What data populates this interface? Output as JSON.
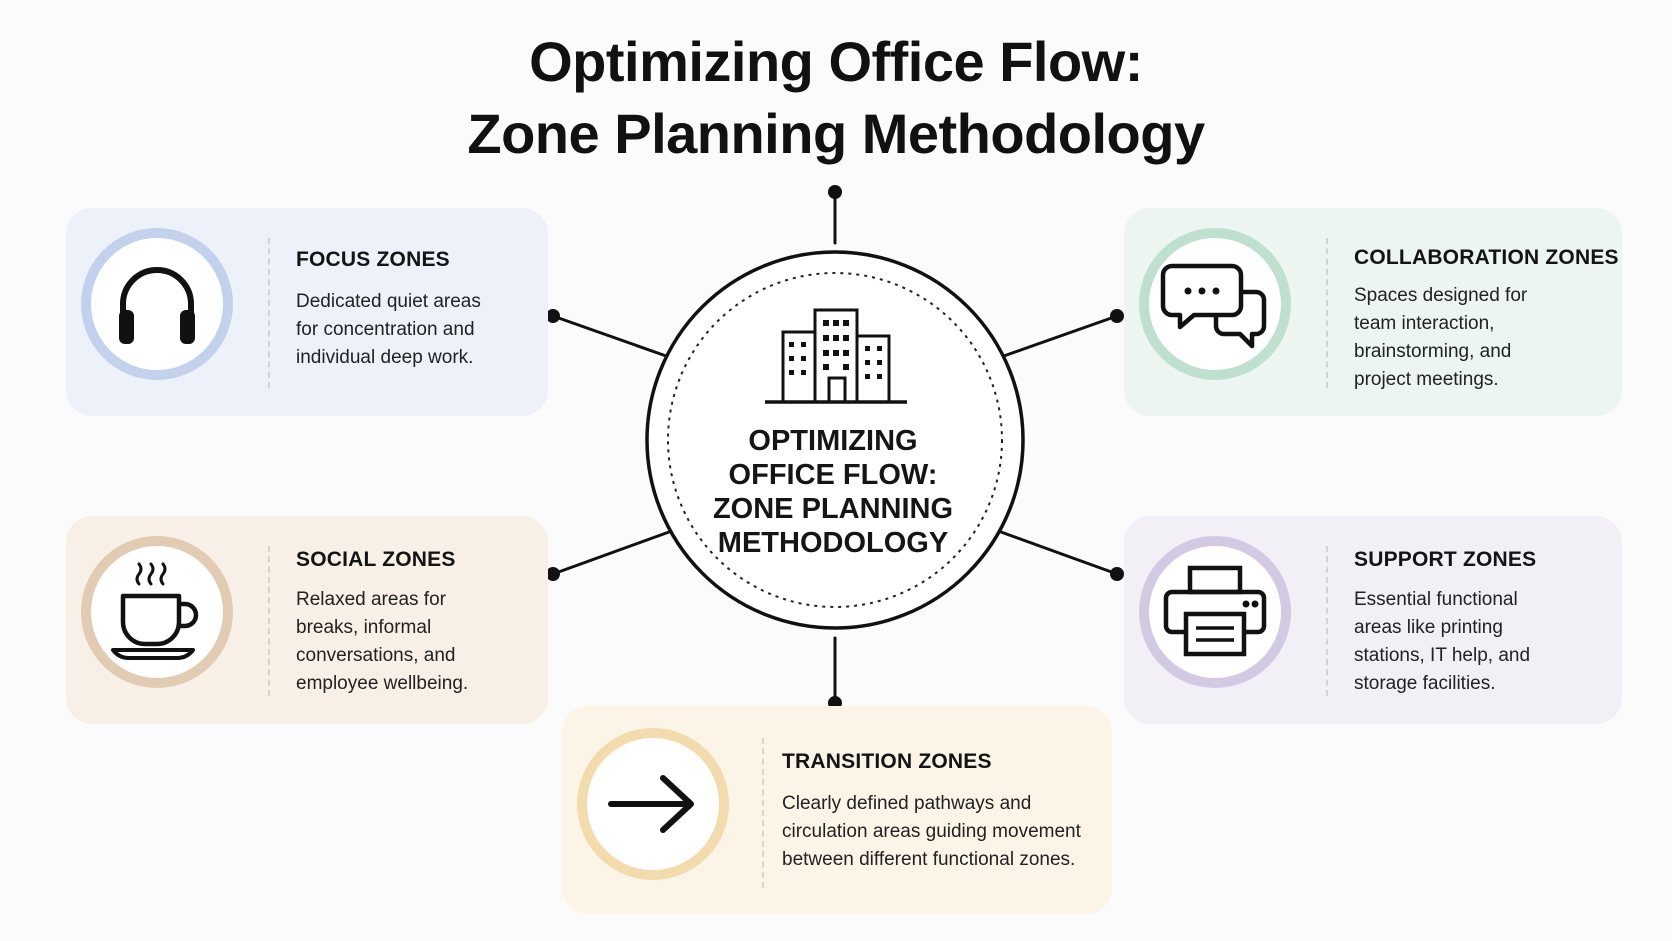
{
  "title": {
    "line1": "Optimizing Office Flow:",
    "line2": "Zone Planning Methodology"
  },
  "hub": {
    "icon": "office-building-icon",
    "lines": [
      "OPTIMIZING",
      "OFFICE FLOW:",
      "ZONE PLANNING",
      "METHODOLOGY"
    ]
  },
  "zones": {
    "focus": {
      "heading": "FOCUS ZONES",
      "lines": [
        "Dedicated quiet areas",
        "for concentration and",
        "individual deep work."
      ],
      "icon": "headphones-icon",
      "accent": "#c3d1ec",
      "background": "#edf1fa"
    },
    "collaboration": {
      "heading": "COLLABORATION ZONES",
      "lines": [
        "Spaces designed for",
        "team interaction,",
        "brainstorming, and",
        "project meetings."
      ],
      "icon": "chat-bubbles-icon",
      "accent": "#bfdfcf",
      "background": "#ecf5f0"
    },
    "social": {
      "heading": "SOCIAL ZONES",
      "lines": [
        "Relaxed areas for",
        "breaks, informal",
        "conversations, and",
        "employee wellbeing."
      ],
      "icon": "coffee-cup-icon",
      "accent": "#e2cbb3",
      "background": "#f8efe6"
    },
    "support": {
      "heading": "SUPPORT ZONES",
      "lines": [
        "Essential functional",
        "areas like printing",
        "stations, IT help, and",
        "storage facilities."
      ],
      "icon": "printer-icon",
      "accent": "#d4c9e3",
      "background": "#f2eff7"
    },
    "transition": {
      "heading": "TRANSITION ZONES",
      "lines": [
        "Clearly defined pathways and",
        "circulation areas guiding movement",
        "between different functional zones."
      ],
      "icon": "arrow-right-icon",
      "accent": "#f2dcae",
      "background": "#fcf4e6"
    }
  }
}
